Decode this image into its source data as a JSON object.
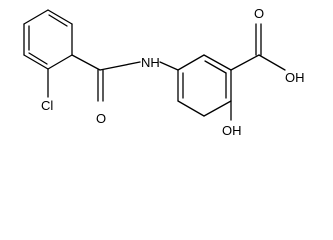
{
  "molecule": {
    "atoms": {
      "nitrogen": "NH",
      "amide_oxygen": "O",
      "chlorine": "Cl",
      "acid_oxygen": "O",
      "acid_hydroxyl": "OH",
      "phenol_hydroxyl": "OH"
    }
  }
}
